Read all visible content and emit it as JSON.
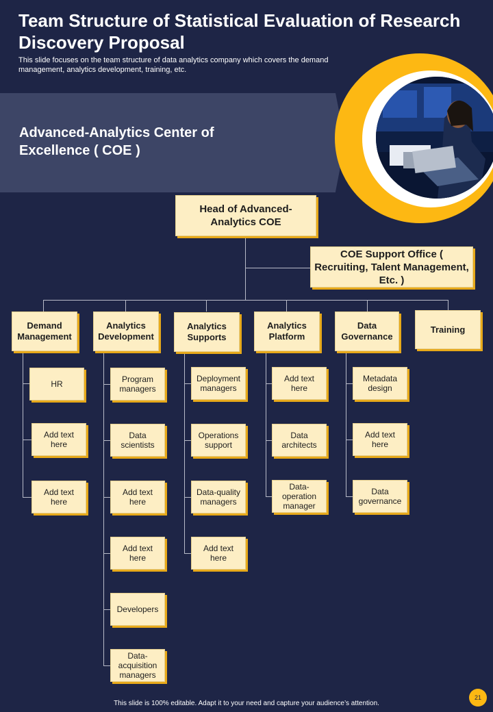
{
  "header": {
    "title": "Team Structure of Statistical Evaluation of Research Discovery Proposal",
    "subtitle": "This slide focuses on the team structure of data analytics company which covers the demand management, analytics development, training, etc."
  },
  "band": {
    "title": "Advanced-Analytics Center of Excellence ( COE )"
  },
  "photo": {
    "alt": "person-using-laptop"
  },
  "colors": {
    "background": "#1e2546",
    "band": "#3d4566",
    "accent": "#fdb813",
    "card": "#fdeec4"
  },
  "org": {
    "head": "Head of Advanced-Analytics COE",
    "support": "COE Support Office ( Recruiting, Talent Management, Etc. )",
    "departments": [
      {
        "label": "Demand Management",
        "items": [
          "HR",
          "Add text here",
          "Add text here"
        ]
      },
      {
        "label": "Analytics Development",
        "items": [
          "Program managers",
          "Data scientists",
          "Add text here",
          "Add text here",
          "Developers",
          "Data-acquisition managers"
        ]
      },
      {
        "label": "Analytics Supports",
        "items": [
          "Deployment managers",
          "Operations support",
          "Data-quality managers",
          "Add text here"
        ]
      },
      {
        "label": "Analytics Platform",
        "items": [
          "Add text here",
          "Data architects",
          "Data-operation manager"
        ]
      },
      {
        "label": "Data Governance",
        "items": [
          "Metadata design",
          "Add text here",
          "Data governance"
        ]
      },
      {
        "label": "Training",
        "items": []
      }
    ]
  },
  "footer": {
    "note": "This slide is 100% editable.  Adapt it to your need and capture your audience’s attention.",
    "page": "21"
  }
}
